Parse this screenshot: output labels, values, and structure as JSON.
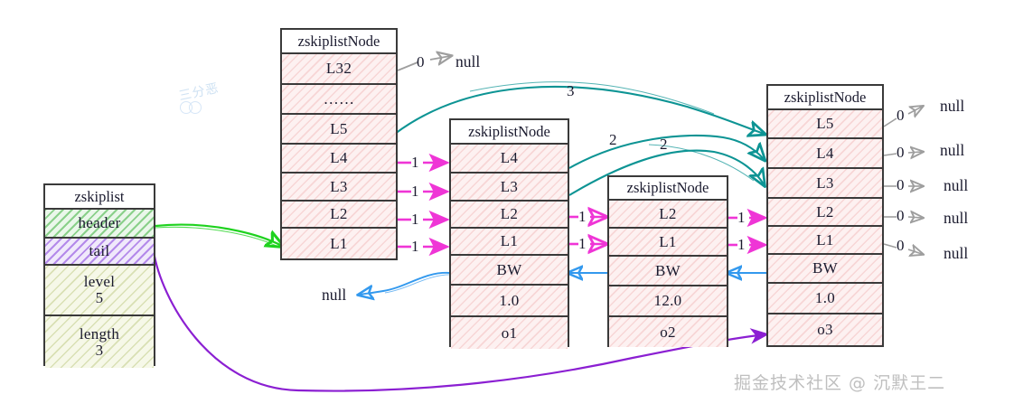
{
  "diagram": {
    "title": "redis zskiplist structure",
    "colors": {
      "span1_arrow": "#ef35d6",
      "span_multi_arrow": "#0d9494",
      "backward_arrow": "#3399ee",
      "null_arrow": "#9e9e9e",
      "header_arrow": "#1fd21f",
      "tail_arrow": "#8b1fd2",
      "box_border": "#3a3a3a",
      "hatch_pink": "#ea9696"
    },
    "skiplist": {
      "name": "zskiplist-box",
      "rows": [
        {
          "label": "zskiplist",
          "style": "title"
        },
        {
          "label": "header",
          "style": "green"
        },
        {
          "label": "tail",
          "style": "purple"
        },
        {
          "label": "level",
          "value": "5",
          "style": "olive"
        },
        {
          "label": "length",
          "value": "3",
          "style": "olive"
        }
      ]
    },
    "nodes": [
      {
        "name": "header-node",
        "title": "zskiplistNode",
        "rows": [
          "L32",
          "……",
          "L5",
          "L4",
          "L3",
          "L2",
          "L1"
        ]
      },
      {
        "name": "node-o1",
        "title": "zskiplistNode",
        "rows": [
          "L4",
          "L3",
          "L2",
          "L1",
          "BW",
          "1.0",
          "o1"
        ]
      },
      {
        "name": "node-o2",
        "title": "zskiplistNode",
        "rows": [
          "L2",
          "L1",
          "BW",
          "12.0",
          "o2"
        ]
      },
      {
        "name": "node-o3",
        "title": "zskiplistNode",
        "rows": [
          "L5",
          "L4",
          "L3",
          "L2",
          "L1",
          "BW",
          "1.0",
          "o3"
        ]
      }
    ],
    "span_labels": {
      "header_to_o1": [
        "1",
        "1",
        "1",
        "1"
      ],
      "header_to_o3": "3",
      "o1_to_o3_l4": "2",
      "o1_to_o3_l3": "2",
      "o1_to_o2": [
        "1",
        "1"
      ],
      "o2_to_o3": [
        "1",
        "1"
      ]
    },
    "null_labels": {
      "header_l32": {
        "span": "0",
        "target": "null"
      },
      "o3": [
        {
          "span": "0",
          "target": "null"
        },
        {
          "span": "0",
          "target": "null"
        },
        {
          "span": "0",
          "target": "null"
        },
        {
          "span": "0",
          "target": "null"
        },
        {
          "span": "0",
          "target": "null"
        }
      ],
      "backward_null": "null"
    },
    "watermarks": {
      "main": "掘金技术社区 @ 沉默王二",
      "small": "三分恶"
    }
  }
}
